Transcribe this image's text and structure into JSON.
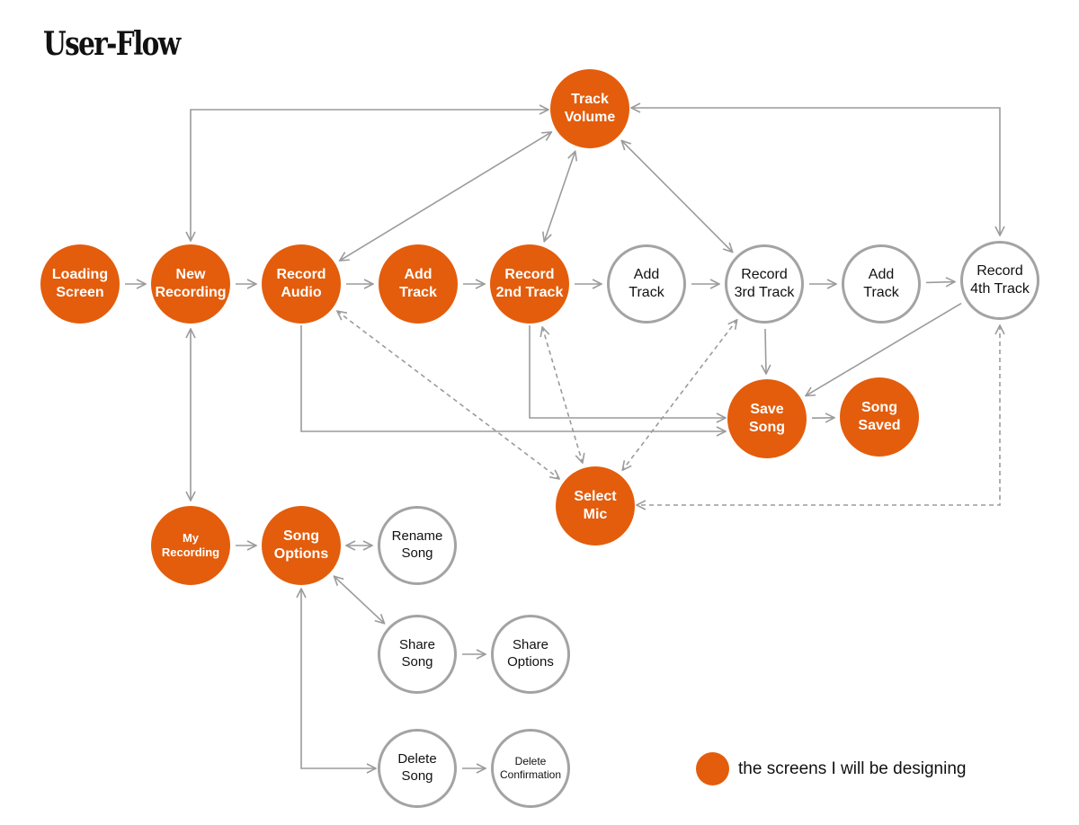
{
  "title": "User-Flow",
  "colors": {
    "accent": "#e35d0c",
    "outline": "#a3a3a3",
    "edge": "#9b9b9b"
  },
  "legend": {
    "text": "the screens I will be designing"
  },
  "nodes": [
    {
      "id": "loading-screen",
      "label": "Loading\nScreen",
      "designed": true
    },
    {
      "id": "new-recording",
      "label": "New\nRecording",
      "designed": true
    },
    {
      "id": "record-audio",
      "label": "Record\nAudio",
      "designed": true
    },
    {
      "id": "add-track-1",
      "label": "Add\nTrack",
      "designed": true
    },
    {
      "id": "record-2nd-track",
      "label": "Record\n2nd Track",
      "designed": true
    },
    {
      "id": "add-track-2",
      "label": "Add\nTrack",
      "designed": false
    },
    {
      "id": "record-3rd-track",
      "label": "Record\n3rd Track",
      "designed": false
    },
    {
      "id": "add-track-3",
      "label": "Add\nTrack",
      "designed": false
    },
    {
      "id": "record-4th-track",
      "label": "Record\n4th Track",
      "designed": false
    },
    {
      "id": "track-volume",
      "label": "Track\nVolume",
      "designed": true
    },
    {
      "id": "save-song",
      "label": "Save\nSong",
      "designed": true
    },
    {
      "id": "song-saved",
      "label": "Song\nSaved",
      "designed": true
    },
    {
      "id": "select-mic",
      "label": "Select\nMic",
      "designed": true
    },
    {
      "id": "my-recording",
      "label": "My\nRecording",
      "designed": true
    },
    {
      "id": "song-options",
      "label": "Song\nOptions",
      "designed": true
    },
    {
      "id": "rename-song",
      "label": "Rename\nSong",
      "designed": false
    },
    {
      "id": "share-song",
      "label": "Share\nSong",
      "designed": false
    },
    {
      "id": "share-options",
      "label": "Share\nOptions",
      "designed": false
    },
    {
      "id": "delete-song",
      "label": "Delete\nSong",
      "designed": false
    },
    {
      "id": "delete-confirmation",
      "label": "Delete\nConfirmation",
      "designed": false
    }
  ],
  "edges": [
    {
      "from": "loading-screen",
      "to": "new-recording",
      "style": "solid",
      "bidirectional": false
    },
    {
      "from": "new-recording",
      "to": "record-audio",
      "style": "solid",
      "bidirectional": false
    },
    {
      "from": "record-audio",
      "to": "add-track-1",
      "style": "solid",
      "bidirectional": false
    },
    {
      "from": "add-track-1",
      "to": "record-2nd-track",
      "style": "solid",
      "bidirectional": false
    },
    {
      "from": "record-2nd-track",
      "to": "add-track-2",
      "style": "solid",
      "bidirectional": false
    },
    {
      "from": "add-track-2",
      "to": "record-3rd-track",
      "style": "solid",
      "bidirectional": false
    },
    {
      "from": "record-3rd-track",
      "to": "add-track-3",
      "style": "solid",
      "bidirectional": false
    },
    {
      "from": "add-track-3",
      "to": "record-4th-track",
      "style": "solid",
      "bidirectional": false
    },
    {
      "from": "new-recording",
      "to": "track-volume",
      "style": "solid",
      "bidirectional": true
    },
    {
      "from": "record-audio",
      "to": "track-volume",
      "style": "solid",
      "bidirectional": true
    },
    {
      "from": "record-2nd-track",
      "to": "track-volume",
      "style": "solid",
      "bidirectional": true
    },
    {
      "from": "record-3rd-track",
      "to": "track-volume",
      "style": "solid",
      "bidirectional": true
    },
    {
      "from": "record-4th-track",
      "to": "track-volume",
      "style": "solid",
      "bidirectional": true
    },
    {
      "from": "record-3rd-track",
      "to": "save-song",
      "style": "solid",
      "bidirectional": false
    },
    {
      "from": "record-4th-track",
      "to": "save-song",
      "style": "solid",
      "bidirectional": false
    },
    {
      "from": "record-audio",
      "to": "save-song",
      "style": "solid",
      "bidirectional": false
    },
    {
      "from": "record-2nd-track",
      "to": "save-song",
      "style": "solid",
      "bidirectional": false
    },
    {
      "from": "save-song",
      "to": "song-saved",
      "style": "solid",
      "bidirectional": false
    },
    {
      "from": "record-audio",
      "to": "select-mic",
      "style": "dashed",
      "bidirectional": true
    },
    {
      "from": "record-2nd-track",
      "to": "select-mic",
      "style": "dashed",
      "bidirectional": true
    },
    {
      "from": "record-3rd-track",
      "to": "select-mic",
      "style": "dashed",
      "bidirectional": true
    },
    {
      "from": "record-4th-track",
      "to": "select-mic",
      "style": "dashed",
      "bidirectional": true
    },
    {
      "from": "new-recording",
      "to": "my-recording",
      "style": "solid",
      "bidirectional": true
    },
    {
      "from": "my-recording",
      "to": "song-options",
      "style": "solid",
      "bidirectional": false
    },
    {
      "from": "song-options",
      "to": "rename-song",
      "style": "solid",
      "bidirectional": true
    },
    {
      "from": "song-options",
      "to": "share-song",
      "style": "solid",
      "bidirectional": true
    },
    {
      "from": "share-song",
      "to": "share-options",
      "style": "solid",
      "bidirectional": false
    },
    {
      "from": "song-options",
      "to": "delete-song",
      "style": "solid",
      "bidirectional": true
    },
    {
      "from": "delete-song",
      "to": "delete-confirmation",
      "style": "solid",
      "bidirectional": false
    }
  ]
}
